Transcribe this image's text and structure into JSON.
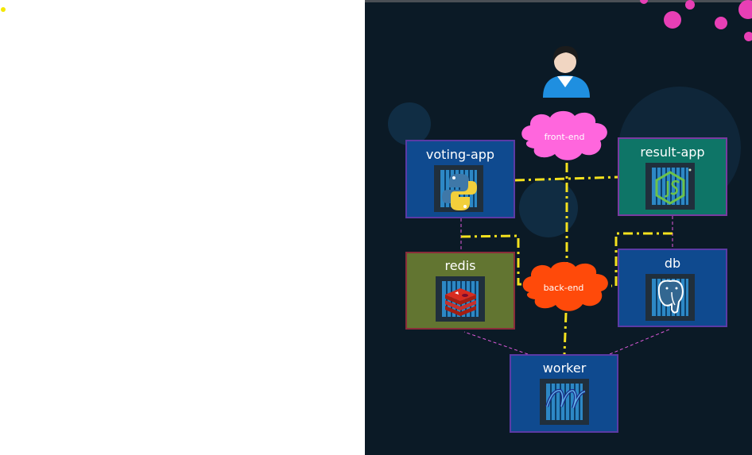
{
  "nodes": {
    "voting_app": {
      "label": "voting-app",
      "icon": "python-icon"
    },
    "result_app": {
      "label": "result-app",
      "icon": "nodejs-icon"
    },
    "redis": {
      "label": "redis",
      "icon": "redis-icon"
    },
    "db": {
      "label": "db",
      "icon": "postgresql-icon"
    },
    "worker": {
      "label": "worker",
      "icon": "dotnet-icon"
    }
  },
  "networks": {
    "front_end": {
      "label": "front-end",
      "color": "#ff66dd"
    },
    "back_end": {
      "label": "back-end",
      "color": "#ff4a0a"
    }
  },
  "colors": {
    "background": "#0b1a26",
    "network_line": "#f4e11e",
    "link_line": "#e05adc",
    "box_blue": "#0f4a8f",
    "box_teal": "#0e7567",
    "box_olive": "#627531"
  }
}
